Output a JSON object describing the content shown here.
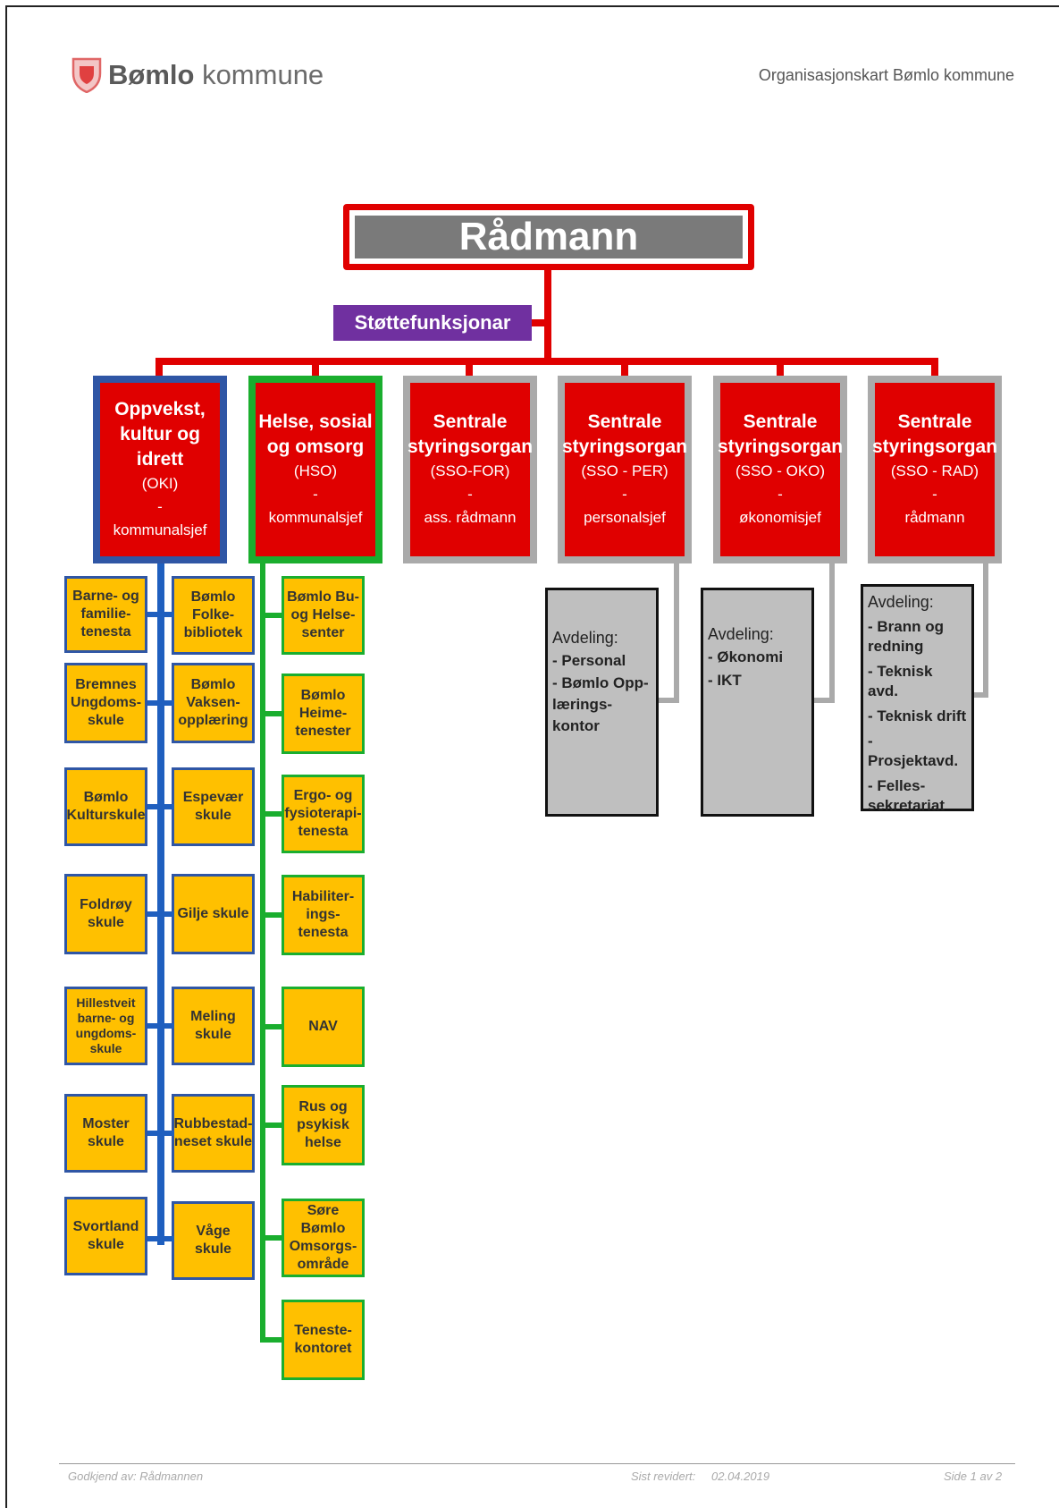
{
  "header": {
    "logo_bold": "Bømlo",
    "logo_light": "kommune",
    "title_right": "Organisasjonskart Bømlo kommune"
  },
  "top": {
    "label": "Rådmann"
  },
  "support": {
    "label": "Støttefunksjonar"
  },
  "departments": [
    {
      "title": "Oppvekst, kultur og idrett",
      "abbr": "(OKI)",
      "dash": "-",
      "role": "kommunalsjef"
    },
    {
      "title": "Helse, sosial og omsorg",
      "abbr": "(HSO)",
      "dash": "-",
      "role": "kommunalsjef"
    },
    {
      "title": "Sentrale styringsorgan",
      "abbr": "(SSO-FOR)",
      "dash": "-",
      "role": "ass. rådmann"
    },
    {
      "title": "Sentrale styringsorgan",
      "abbr": "(SSO - PER)",
      "dash": "-",
      "role": "personalsjef"
    },
    {
      "title": "Sentrale styringsorgan",
      "abbr": "(SSO - OKO)",
      "dash": "-",
      "role": "økonomisjef"
    },
    {
      "title": "Sentrale styringsorgan",
      "abbr": "(SSO - RAD)",
      "dash": "-",
      "role": "rådmann"
    }
  ],
  "oki_left": [
    "Barne- og familie-tenesta",
    "Bremnes Ungdoms-skule",
    "Bømlo Kulturskule",
    "Foldrøy skule",
    "Hillestveit barne- og ungdoms-skule",
    "Moster skule",
    "Svortland skule"
  ],
  "oki_right": [
    "Bømlo Folke-bibliotek",
    "Bømlo Vaksen-opplæring",
    "Espevær skule",
    "Gilje skule",
    "Meling skule",
    "Rubbestad-neset skule",
    "Våge skule"
  ],
  "hso_units": [
    "Bømlo Bu- og Helse-senter",
    "Bømlo Heime-tenester",
    "Ergo- og fysioterapi-tenesta",
    "Habiliter-ings-tenesta",
    "NAV",
    "Rus og psykisk helse",
    "Søre Bømlo Omsorgs-område",
    "Teneste-kontoret"
  ],
  "sections": [
    {
      "heading": "Avdeling:",
      "items": [
        "- Personal",
        "- Bømlo Opp-lærings-kontor"
      ]
    },
    {
      "heading": "Avdeling:",
      "items": [
        "- Økonomi",
        "- IKT"
      ]
    },
    {
      "heading": "Avdeling:",
      "items": [
        "- Brann og redning",
        "- Teknisk avd.",
        "- Teknisk drift",
        "- Prosjektavd.",
        "- Felles-sekretariat"
      ]
    }
  ],
  "footer": {
    "approved": "Godkjend av: Rådmannen",
    "revised_label": "Sist revidert:",
    "revised_date": "02.04.2019",
    "page": "Side 1 av 2"
  },
  "colors": {
    "red": "#e00000",
    "purple": "#7030a0",
    "yellow": "#ffc000",
    "blue": "#2f56a5",
    "green": "#1aae2e",
    "grey": "#bfbfbf"
  }
}
